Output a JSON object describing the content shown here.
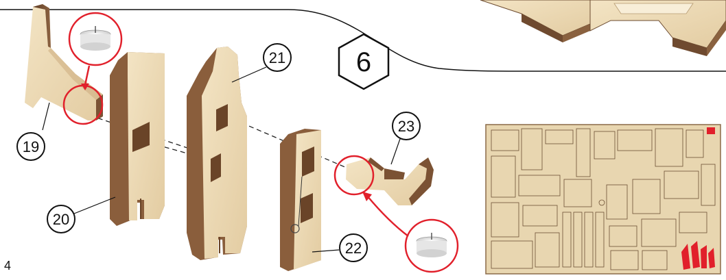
{
  "page": {
    "number": "4"
  },
  "step": {
    "number": "6"
  },
  "parts": [
    {
      "label": "19"
    },
    {
      "label": "20"
    },
    {
      "label": "21"
    },
    {
      "label": "22"
    },
    {
      "label": "23"
    }
  ],
  "colors": {
    "wood_face": "#ecd9b4",
    "wood_edge": "#7a5236",
    "highlight_red": "#e1202b",
    "outline": "#111111"
  },
  "icons": [
    "tealight-candle-icon",
    "tealight-candle-icon",
    "hexagon-step-icon",
    "cut-sheet-thumbnail"
  ]
}
